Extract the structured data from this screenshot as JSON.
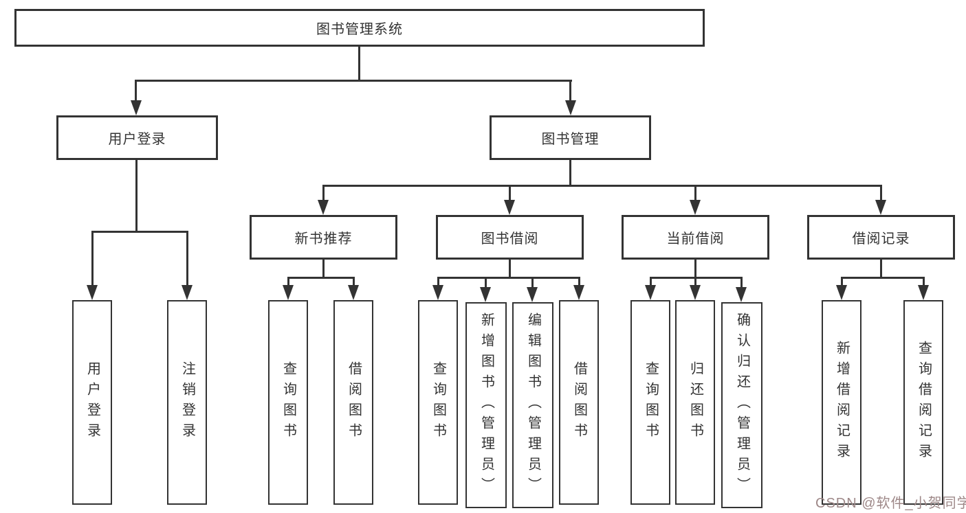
{
  "watermark": {
    "text": "CSDN @软件_小贺同学",
    "color": "#9e8888"
  },
  "colors": {
    "line": "#333333",
    "text": "#333333",
    "box_bg": "#ffffff"
  },
  "tree": {
    "label": "图书管理系统",
    "children": [
      {
        "label": "用户登录",
        "children": [
          {
            "label": "用户登录"
          },
          {
            "label": "注销登录"
          }
        ]
      },
      {
        "label": "图书管理",
        "children": [
          {
            "label": "新书推荐",
            "children": [
              {
                "label": "查询图书"
              },
              {
                "label": "借阅图书"
              }
            ]
          },
          {
            "label": "图书借阅",
            "children": [
              {
                "label": "查询图书"
              },
              {
                "label": "新增图书（管理员）"
              },
              {
                "label": "编辑图书（管理员）"
              },
              {
                "label": "借阅图书"
              }
            ]
          },
          {
            "label": "当前借阅",
            "children": [
              {
                "label": "查询图书"
              },
              {
                "label": "归还图书"
              },
              {
                "label": "确认归还（管理员）"
              }
            ]
          },
          {
            "label": "借阅记录",
            "children": [
              {
                "label": "新增借阅记录"
              },
              {
                "label": "查询借阅记录"
              }
            ]
          }
        ]
      }
    ]
  }
}
